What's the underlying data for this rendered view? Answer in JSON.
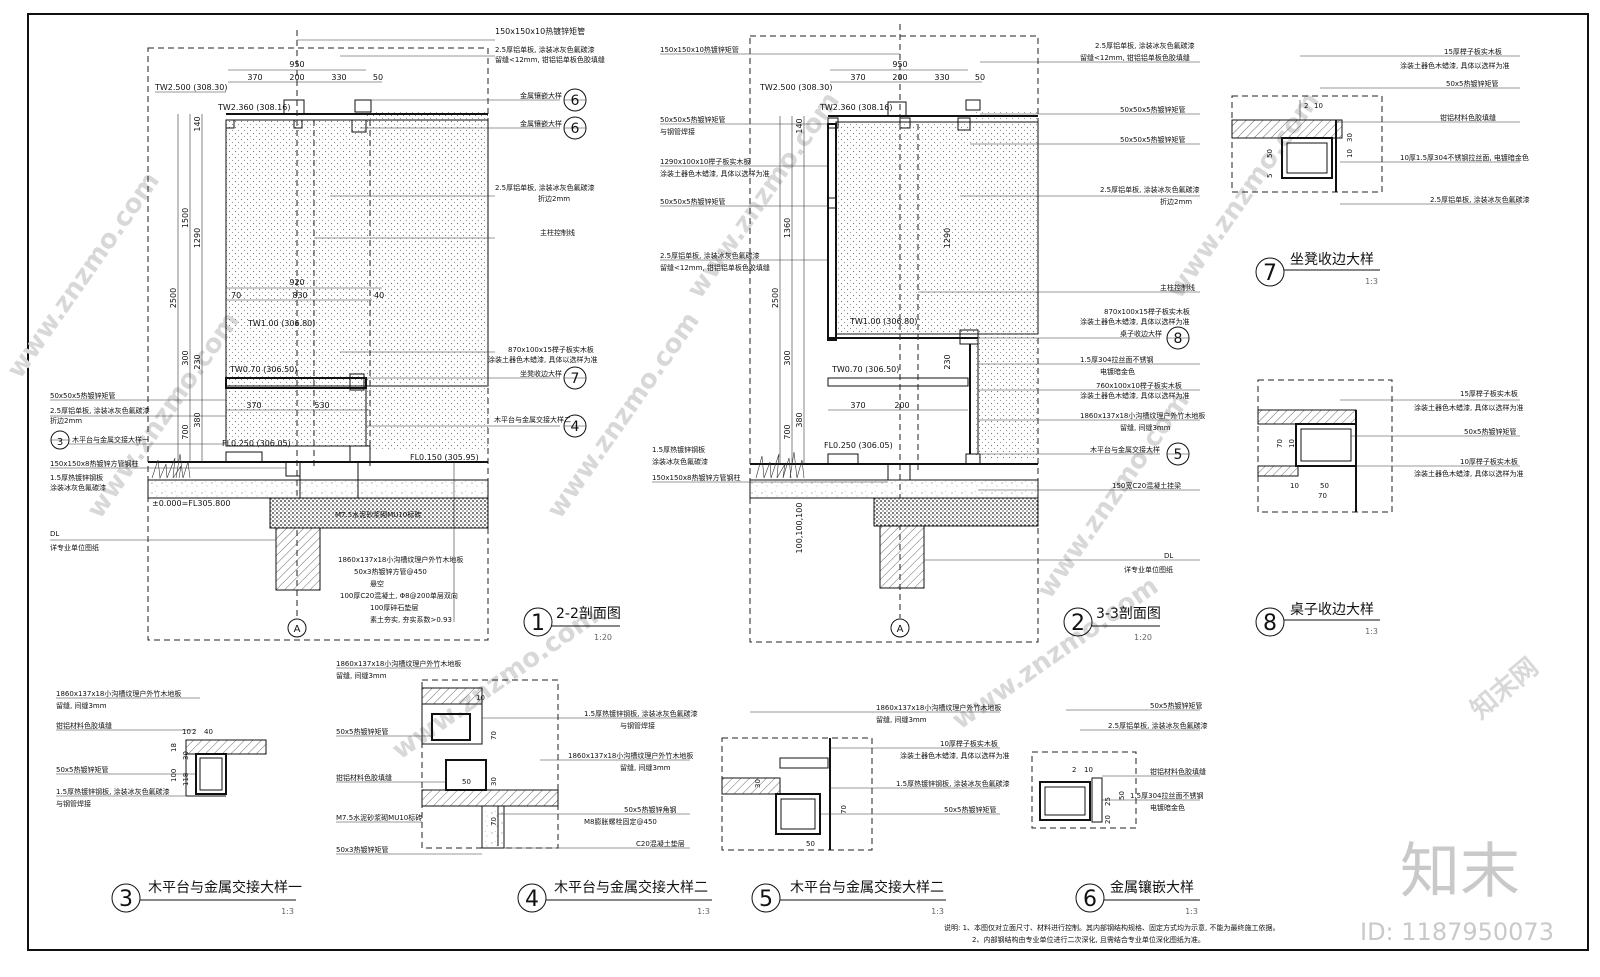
{
  "brand": {
    "logo_text": "知末",
    "id_text": "ID: 1187950073",
    "watermark": "www.znzmo.com",
    "watermark_cn": "知末网"
  },
  "section1": {
    "number": "1",
    "title": "2-2剖面图",
    "scale": "1:20",
    "labels": {
      "top_pipe": "150x150x10热镀锌矩管",
      "alum_panel": "2.5厚铝单板, 涂装冰灰色氟碳漆",
      "gap": "留缝<12mm, 钳铝铝单板色胶填缝",
      "metal_inlay_a": "金属镶嵌大样",
      "metal_inlay_b": "金属镶嵌大样",
      "alum_panel_2": "2.5厚铝单板, 涂装冰灰色氟碳漆",
      "fold": "折边2mm",
      "column_axis": "主柱控制线",
      "bench_board": "870x100x15榉子板实木板",
      "bench_paint": "涂装土器色木蜡漆, 具体以选样为准",
      "bench_detail": "坐凳收边大样",
      "deck_metal": "木平台与金属交接大样二",
      "pipe_50": "50x50x5热镀锌矩管",
      "alum_panel_3": "2.5厚铝单板, 涂装冰灰色氟碳漆",
      "fold_2": "折边2mm",
      "deck_metal_1": "木平台与金属交接大样一",
      "pipe_150": "150x150x8热镀锌方管钢柱",
      "steel_plate": "1.5厚热镀锌钢板",
      "steel_paint": "涂装冰灰色氟碳漆",
      "dl": "DL",
      "dl_note": "详专业单位图纸",
      "mortar": "M7.5水泥砂浆砌MU10标砖",
      "deck_board": "1860x137x18小沟槽纹理户外竹木地板",
      "joist": "50x3热镀锌方管@450",
      "void": "悬空",
      "concrete": "100厚C20混凝土, Φ8@200单层双向",
      "gravel": "100厚碎石垫层",
      "soil": "素土夯实, 夯实系数>0.93"
    },
    "levels": {
      "tw1": "TW2.500 (308.30)",
      "tw2": "TW2.360 (308.16)",
      "tw3": "TW1.00 (306.80)",
      "tw4": "TW0.70 (306.50)",
      "fl1": "FL0.250 (306.05)",
      "fl2": "FL0.150 (305.95)",
      "zero": "±0.000=FL305.800"
    },
    "dims": {
      "d950": "950",
      "d370": "370",
      "d200": "200",
      "d330": "330",
      "d50": "50",
      "d140": "140",
      "d1500": "1500",
      "d1290": "1290",
      "d2500": "2500",
      "d300": "300",
      "d230": "230",
      "d380": "380",
      "d700": "700",
      "d920": "920",
      "d830": "830",
      "d70": "70",
      "d40": "40",
      "d370b": "370",
      "d530": "530"
    },
    "axis": "A",
    "callouts": [
      "6",
      "6",
      "7",
      "4",
      "3"
    ]
  },
  "section2": {
    "number": "2",
    "title": "3-3剖面图",
    "scale": "1:20",
    "labels": {
      "top_pipe": "150x150x10热镀锌矩管",
      "alum_panel": "2.5厚铝单板, 涂装冰灰色氟碳漆",
      "gap": "留缝<12mm, 钳铝铝单板色胶填缝",
      "pipe_50a": "50x50x5热镀锌矩管",
      "weld": "与钢管焊接",
      "board_1290": "1290x100x10榉子板实木板",
      "board_paint": "涂装土器色木蜡漆, 具体以选样为准",
      "pipe_50b": "50x50x5热镀锌矩管",
      "alum_left": "2.5厚铝单板, 涂装冰灰色氟碳漆",
      "gap_left": "留缝<12mm, 钳铝铝单板色胶填缝",
      "pipe_50c": "50x50x5热镀锌矩管",
      "pipe_50d": "50x50x5热镀锌矩管",
      "alum_panel_2": "2.5厚铝单板, 涂装冰灰色氟碳漆",
      "fold": "折边2mm",
      "column_axis": "主柱控制线",
      "bench_board": "870x100x15榉子板实木板",
      "bench_paint": "涂装土器色木蜡漆, 具体以选样为准",
      "table_detail": "桌子收边大样",
      "ss_plate": "1.5厚304拉丝面不锈钢",
      "ss_finish": "电镀暗金色",
      "board_760": "760x100x10榉子板实木板",
      "board_760_paint": "涂装土器色木蜡漆, 具体以选样为准",
      "deck_board": "1860x137x18小沟槽纹理户外竹木地板",
      "gap_3": "留缝, 间缝3mm",
      "deck_metal": "木平台与金属交接大样",
      "steel_plate": "1.5厚热镀锌钢板",
      "steel_paint": "涂装冰灰色氟碳漆",
      "pipe_150": "150x150x8热镀锌方管钢柱",
      "c20_col": "150宽C20混凝土挂梁",
      "dl": "DL",
      "dl_note": "详专业单位图纸"
    },
    "levels": {
      "tw1": "TW2.500 (308.30)",
      "tw2": "TW2.360 (308.16)",
      "tw3": "TW1.00 (306.80)",
      "tw4": "TW0.70 (306.50)",
      "fl1": "FL0.250 (306.05)"
    },
    "dims": {
      "d950": "950",
      "d370": "370",
      "d200": "200",
      "d330": "330",
      "d50": "50",
      "d140": "140",
      "d1360": "1360",
      "d1290": "1290",
      "d2500": "2500",
      "d300": "300",
      "d230": "230",
      "d380": "380",
      "d700": "700",
      "d370b": "370",
      "d200b": "200",
      "d100": "100,100,100"
    },
    "axis": "A",
    "callouts": [
      "8",
      "5"
    ]
  },
  "detail7": {
    "number": "7",
    "title": "坐凳收边大样",
    "scale": "1:3",
    "labels": [
      "15厚榉子板实木板",
      "涂装土器色木蜡漆, 具体以选样为准",
      "50x5热镀锌矩管",
      "钳铝材料色胶填缝",
      "10厚1.5厚304不锈钢拉丝面, 电镀暗金色",
      "2.5厚铝单板, 涂装冰灰色氟碳漆"
    ],
    "dims": [
      "2",
      "10",
      "50",
      "30",
      "10",
      "50",
      "5"
    ]
  },
  "detail8": {
    "number": "8",
    "title": "桌子收边大样",
    "scale": "1:3",
    "labels": [
      "15厚榉子板实木板",
      "涂装土器色木蜡漆, 具体以选样为准",
      "50x5热镀锌矩管",
      "10厚榉子板实木板",
      "涂装土器色木蜡漆, 具体以选样为准"
    ],
    "dims": [
      "70",
      "10",
      "10",
      "50",
      "70"
    ]
  },
  "detail3": {
    "number": "3",
    "title": "木平台与金属交接大样一",
    "scale": "1:3",
    "labels": [
      "1860x137x18小沟槽纹理户外竹木地板",
      "留缝, 间缝3mm",
      "钳铝材料色胶填缝",
      "50x5热镀锌矩管",
      "1.5厚热镀锌钢板, 涂装冰灰色氟碳漆",
      "与钢管焊接"
    ],
    "dims": [
      "10",
      "2",
      "40",
      "18",
      "30",
      "100",
      "118"
    ]
  },
  "detail4": {
    "number": "4",
    "title": "木平台与金属交接大样二",
    "scale": "1:3",
    "labels": [
      "1860x137x18小沟槽纹理户外竹木地板",
      "留缝, 间缝3mm",
      "1.5厚热镀锌钢板, 涂装冰灰色氟碳漆",
      "与钢管焊接",
      "50x5热镀锌矩管",
      "1860x137x18小沟槽纹理户外竹木地板",
      "留缝, 间缝3mm",
      "钳铝材料色胶填缝",
      "50x5热镀锌角钢",
      "M8膨胀螺栓固定@450",
      "M7.5水泥砂浆砌MU10标砖",
      "C20混凝土垫层",
      "50x3热镀锌矩管"
    ],
    "dims": [
      "70",
      "50",
      "30",
      "70",
      "10"
    ]
  },
  "detail5": {
    "number": "5",
    "title": "木平台与金属交接大样二",
    "scale": "1:3",
    "labels": [
      "1860x137x18小沟槽纹理户外竹木地板",
      "留缝, 间缝3mm",
      "10厚榉子板实木板",
      "涂装土器色木蜡漆, 具体以选样为准",
      "1.5厚热镀锌钢板, 涂装冰灰色氟碳漆",
      "50x5热镀锌矩管"
    ],
    "dims": [
      "70",
      "30",
      "50"
    ]
  },
  "detail6": {
    "number": "6",
    "title": "金属镶嵌大样",
    "scale": "1:3",
    "labels": [
      "50x5热镀锌矩管",
      "2.5厚铝单板, 涂装冰灰色氟碳漆",
      "钳铝材料色胶填缝",
      "1.5厚304拉丝面不锈钢",
      "电镀暗金色"
    ],
    "dims": [
      "2",
      "10",
      "25",
      "20",
      "50"
    ]
  },
  "notes": {
    "line1": "说明: 1、本图仅对立面尺寸、材料进行控制。其内部钢结构规格、固定方式均为示意, 不能为最终施工依据。",
    "line2": "2、内部钢结构由专业单位进行二次深化, 且需结合专业单位深化图纸为准。"
  }
}
